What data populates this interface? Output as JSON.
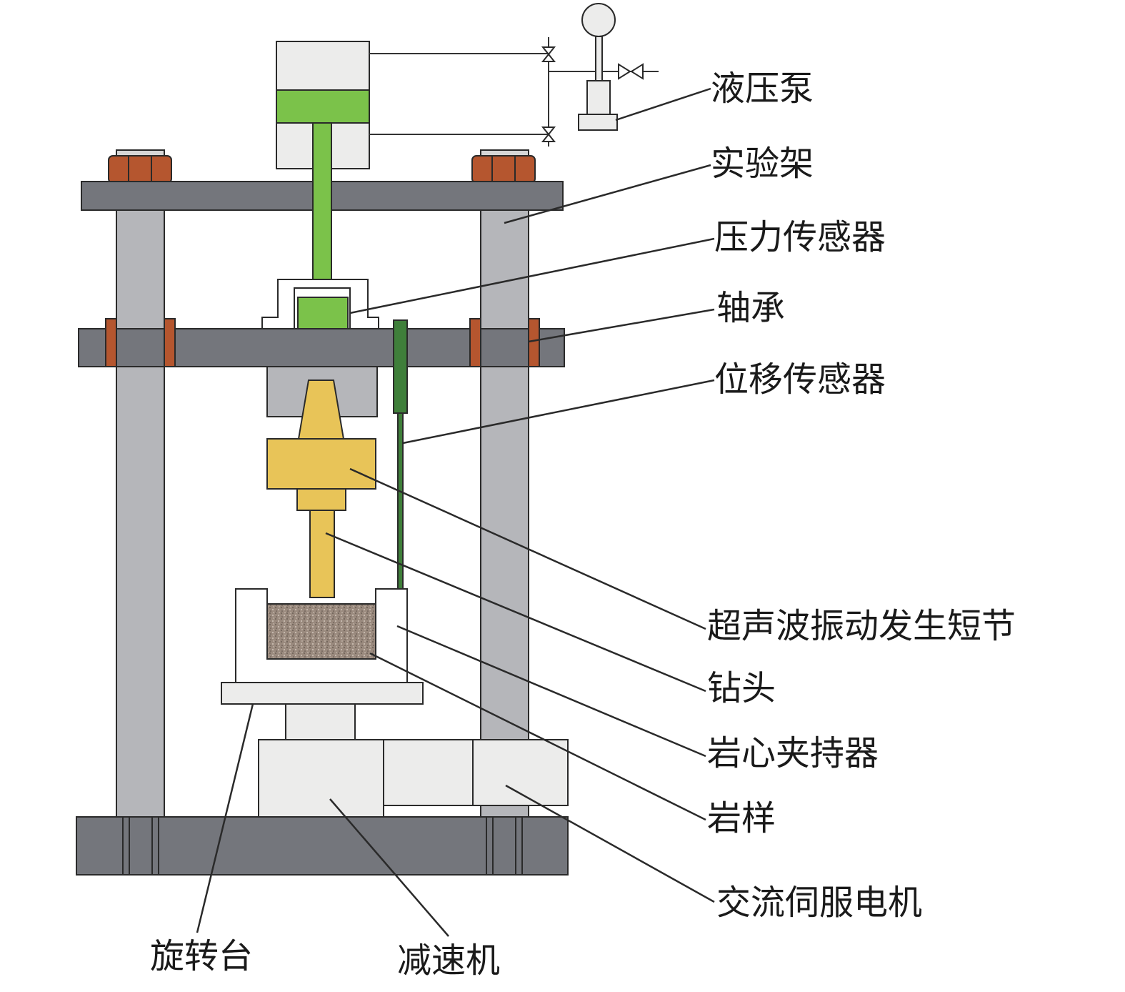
{
  "labels": {
    "hydraulic_pump": "液压泵",
    "test_frame": "实验架",
    "pressure_sensor": "压力传感器",
    "bearing": "轴承",
    "displacement_sensor": "位移传感器",
    "ultrasonic_sub": "超声波振动发生短节",
    "drill_bit": "钻头",
    "core_holder": "岩心夹持器",
    "rock_sample": "岩样",
    "ac_servo_motor": "交流伺服电机",
    "rotary_table": "旋转台",
    "reducer": "减速机"
  },
  "colors": {
    "frame_plate": "#74767c",
    "column": "#b5b6ba",
    "nut": "#b5562f",
    "piston": "#7bc24a",
    "cylinder": "#ececeb",
    "ultrasonic": "#e8c458",
    "displacement_rod": "#3f7f3a",
    "rock": "#9a8a7e",
    "motor": "#ececeb"
  }
}
